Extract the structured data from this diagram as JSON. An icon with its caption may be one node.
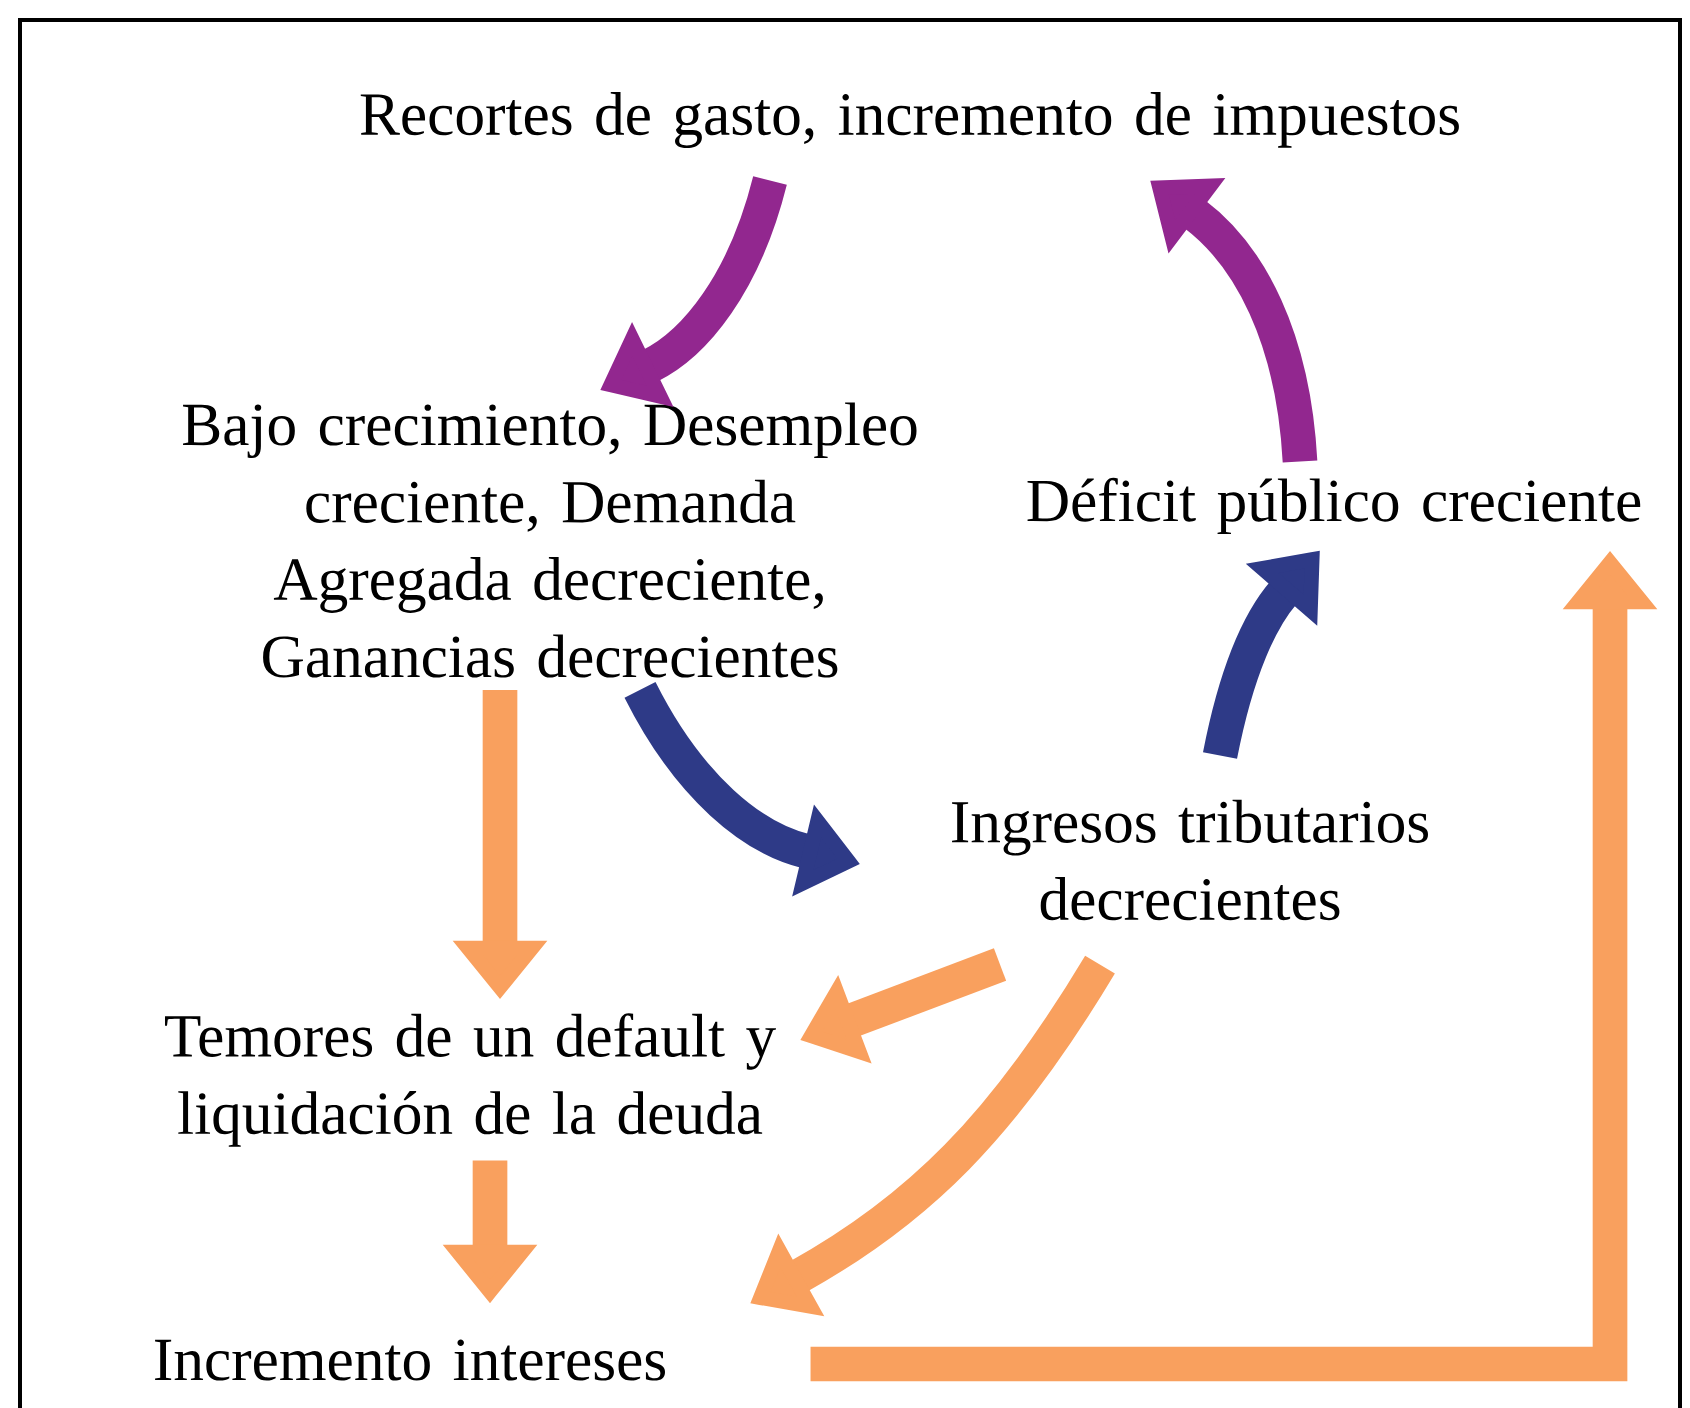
{
  "diagram": {
    "nodes": [
      {
        "text": [
          "Recortes de gasto, incremento de impuestos"
        ]
      },
      {
        "text": [
          "Bajo crecimiento, Desempleo creciente, Demanda Agregada decreciente, Ganancias decrecientes"
        ]
      },
      {
        "text": [
          "Déficit público creciente"
        ]
      },
      {
        "text": [
          "Ingresos tributarios decrecientes"
        ]
      },
      {
        "text": [
          "Temores de un default y liquidación de la deuda"
        ]
      },
      {
        "text": [
          "Incremento intereses"
        ]
      }
    ],
    "edges": [
      {
        "from": 0,
        "to": 1,
        "arrow": "to",
        "color": "#92278f"
      },
      {
        "from": 2,
        "to": 0,
        "arrow": "to",
        "color": "#92278f"
      },
      {
        "from": 1,
        "to": 3,
        "arrow": "to",
        "color": "#2e3a87"
      },
      {
        "from": 3,
        "to": 2,
        "arrow": "to",
        "color": "#2e3a87"
      },
      {
        "from": 1,
        "to": 4,
        "arrow": "to"
      },
      {
        "from": 3,
        "to": 4,
        "arrow": "to"
      },
      {
        "from": 3,
        "to": 5,
        "arrow": "to"
      },
      {
        "from": 4,
        "to": 5,
        "arrow": "to"
      },
      {
        "from": 5,
        "to": 2,
        "arrow": "to"
      }
    ]
  }
}
